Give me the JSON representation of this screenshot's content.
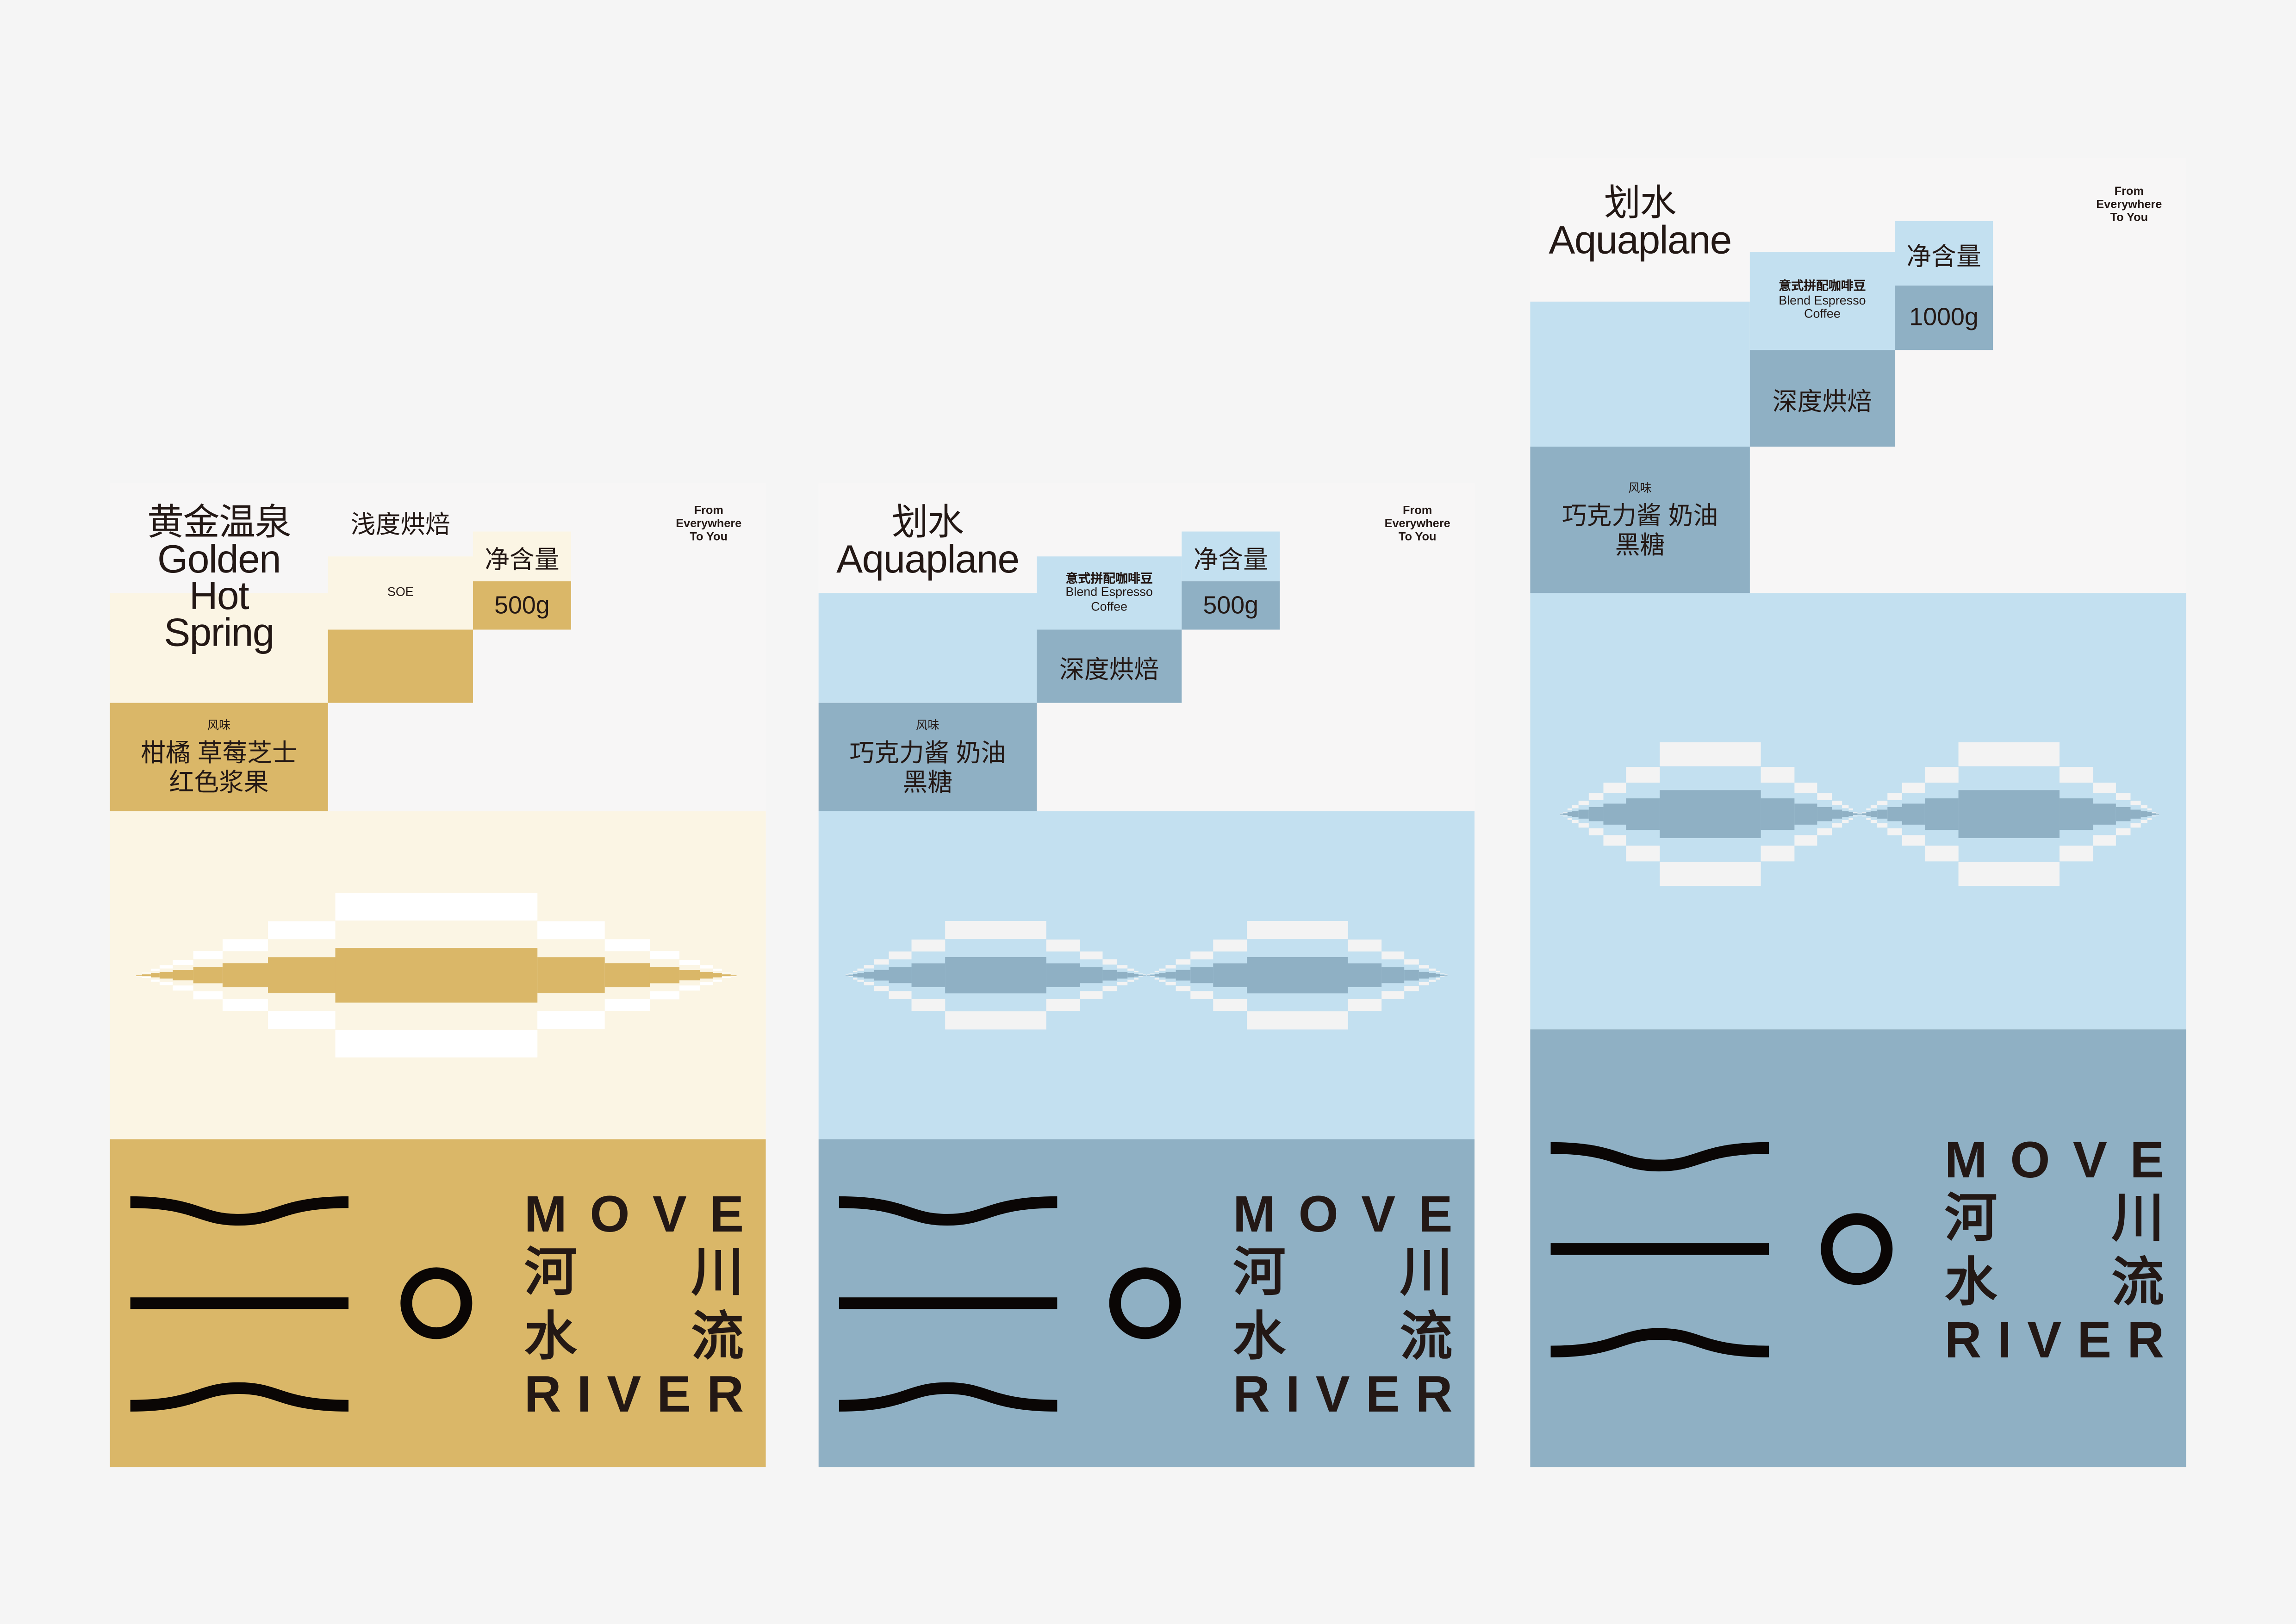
{
  "colors": {
    "page_bg": "#f5f5f5",
    "panel_bg": "#f7f6f6",
    "cream": "#fbf5e4",
    "gold": "#dab768",
    "light_blue": "#c3e0f0",
    "mid_blue": "#8fb0c4",
    "ink": "#231815"
  },
  "logo": {
    "move_letters": [
      "M",
      "O",
      "V",
      "E"
    ],
    "cn_row1": [
      "河",
      "川"
    ],
    "cn_row2": [
      "水",
      "流"
    ],
    "river_letters": [
      "R",
      "I",
      "V",
      "E",
      "R"
    ]
  },
  "packages": [
    {
      "theme": "gold",
      "title_lines": [
        "黄金温泉",
        "Golden",
        "Hot",
        "Spring"
      ],
      "roast": "浅度烘焙",
      "process": "SOE",
      "net_label": "净含量",
      "net_weight": "500g",
      "flavor_label": "风味",
      "flavor_lines": [
        "柑橘 草莓芝士",
        "红色浆果"
      ],
      "tagline": [
        "From",
        "Everywhere",
        "To You"
      ]
    },
    {
      "theme": "blue",
      "title_lines": [
        "划水",
        "Aquaplane"
      ],
      "roast": "深度烘焙",
      "process_lines": [
        "意式拼配咖啡豆",
        "Blend Espresso",
        "Coffee"
      ],
      "net_label": "净含量",
      "net_weight": "500g",
      "flavor_label": "风味",
      "flavor_lines": [
        "巧克力酱 奶油",
        "黑糖"
      ],
      "tagline": [
        "From",
        "Everywhere",
        "To You"
      ]
    },
    {
      "theme": "blue",
      "title_lines": [
        "划水",
        "Aquaplane"
      ],
      "roast": "深度烘焙",
      "process_lines": [
        "意式拼配咖啡豆",
        "Blend Espresso",
        "Coffee"
      ],
      "net_label": "净含量",
      "net_weight": "1000g",
      "flavor_label": "风味",
      "flavor_lines": [
        "巧克力酱 奶油",
        "黑糖"
      ],
      "tagline": [
        "From",
        "Everywhere",
        "To You"
      ]
    }
  ]
}
